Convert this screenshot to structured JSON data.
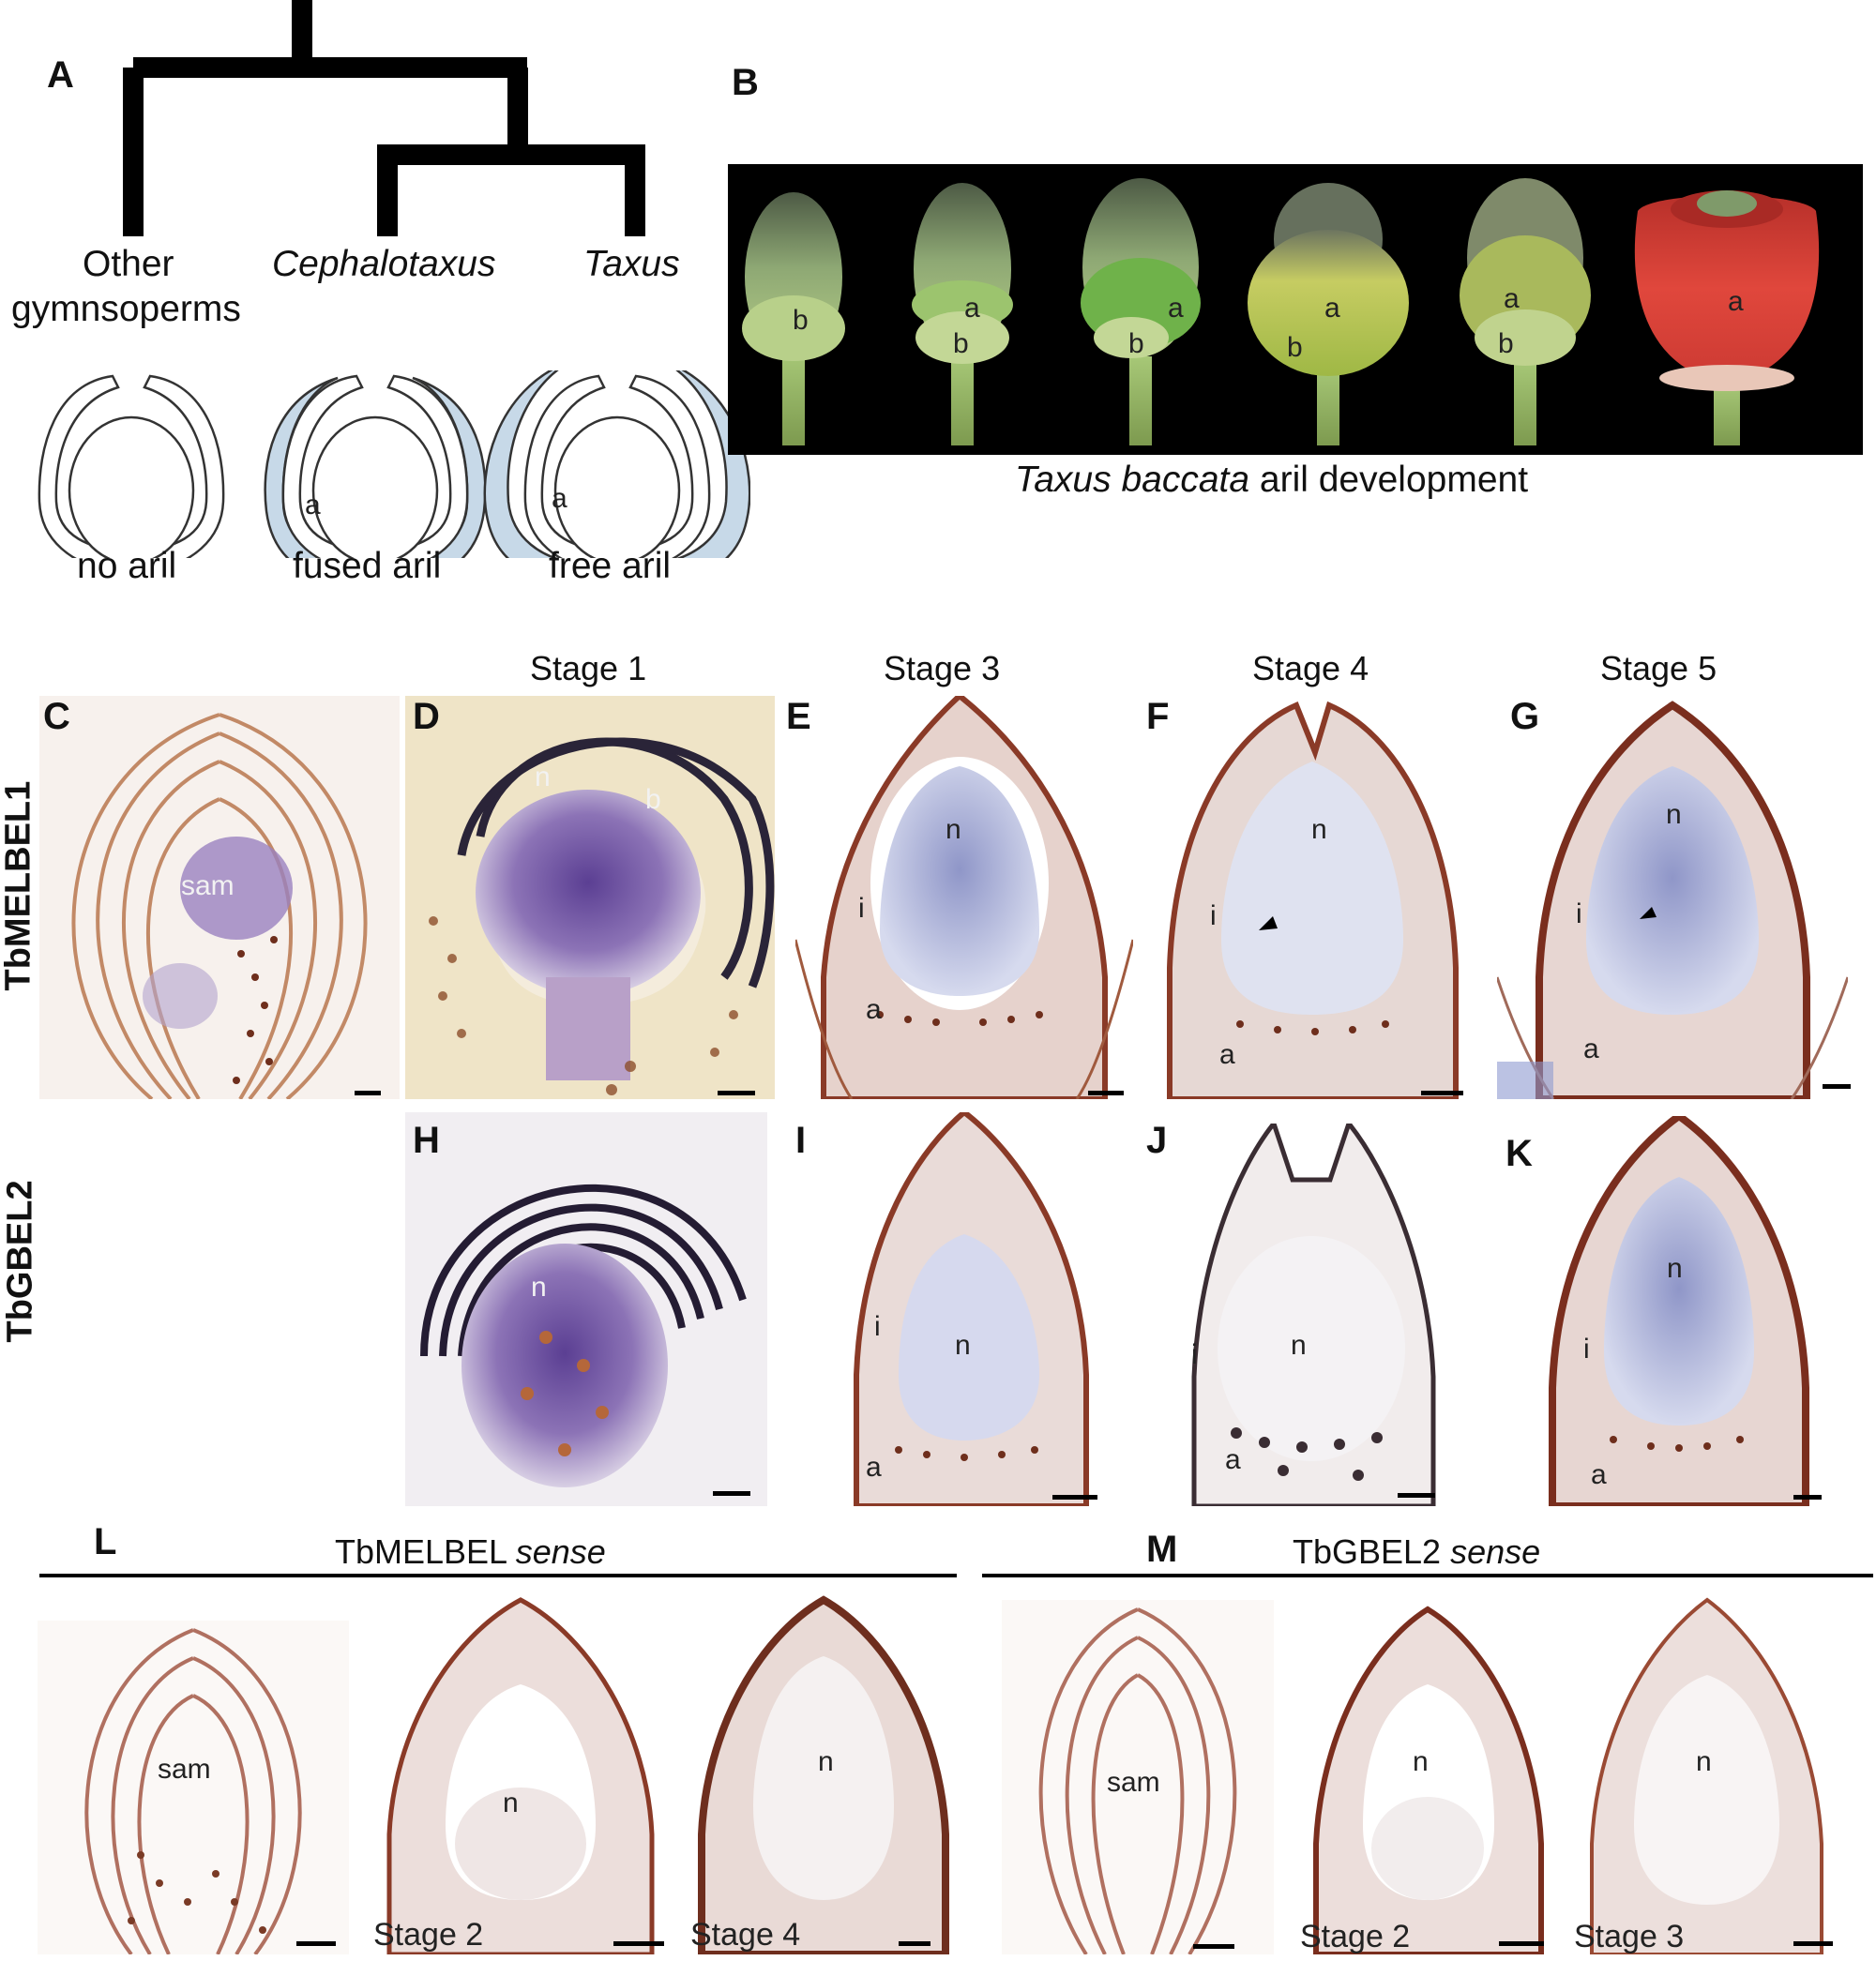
{
  "panel_letters": {
    "A": "A",
    "B": "B",
    "C": "C",
    "D": "D",
    "E": "E",
    "F": "F",
    "G": "G",
    "H": "H",
    "I": "I",
    "J": "J",
    "K": "K",
    "L": "L",
    "M": "M"
  },
  "panel_a": {
    "taxa": {
      "other_line1": "Other",
      "other_line2": "gymnsoperms",
      "cephalotaxus": "Cephalotaxus",
      "taxus": "Taxus"
    },
    "aril_types": {
      "none": "no aril",
      "fused": "fused aril",
      "free": "free aril"
    },
    "aril_marker": "a",
    "aril_fill_color": "#c7d9e8"
  },
  "panel_b": {
    "caption_italic": "Taxus baccata",
    "caption_rest": " aril development",
    "labels": {
      "a": "a",
      "b": "b"
    }
  },
  "stages": {
    "s1": "Stage 1",
    "s3": "Stage 3",
    "s4": "Stage 4",
    "s5": "Stage 5"
  },
  "rows": {
    "row1": "TbMELBEL1",
    "row2": "TbGBEL2"
  },
  "tissue_labels": {
    "sam": "sam",
    "n": "n",
    "i": "i",
    "a": "a",
    "b": "b"
  },
  "panel_l": {
    "title_plain": "TbMELBEL ",
    "title_italic": "sense",
    "stage_a": "Stage 2",
    "stage_b": "Stage 4"
  },
  "panel_m": {
    "title_plain": "TbGBEL2 ",
    "title_italic": "sense",
    "stage_a": "Stage 2",
    "stage_b": "Stage 3"
  },
  "colors": {
    "stain_purple": "#6a4c9c",
    "tissue_pink": "#e9d6d2",
    "cell_brown": "#7a3b26",
    "aril_red": "#d6443a",
    "photo_bg": "#000000"
  }
}
